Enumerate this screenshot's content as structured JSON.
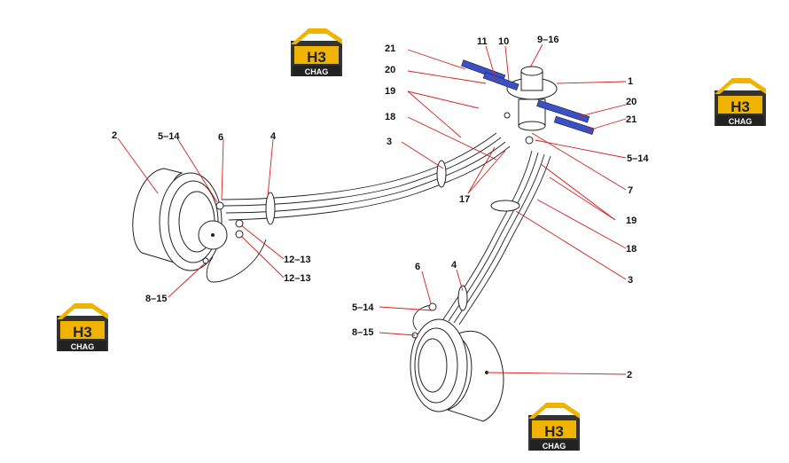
{
  "logos": [
    {
      "mark": "H3",
      "caption": "CHAG"
    },
    {
      "mark": "H3",
      "caption": "CHAG"
    },
    {
      "mark": "H3",
      "caption": "CHAG"
    },
    {
      "mark": "H3",
      "caption": "CHAG"
    }
  ],
  "callouts": {
    "c21a": "21",
    "c11": "11",
    "c10": "10",
    "c9_16": "9–16",
    "c1": "1",
    "c20a": "20",
    "c19a": "19",
    "c18a": "18",
    "c3a": "3",
    "c17": "17",
    "c20b": "20",
    "c21b": "21",
    "c5_14b": "5–14",
    "c7": "7",
    "c19b": "19",
    "c18b": "18",
    "c3b": "3",
    "c2a": "2",
    "c5_14a": "5–14",
    "c6a": "6",
    "c4a": "4",
    "c12_13a": "12–13",
    "c12_13b": "12–13",
    "c8_15a": "8–15",
    "c6b": "6",
    "c4b": "4",
    "c5_14c": "5–14",
    "c8_15b": "8–15",
    "c2b": "2"
  },
  "colors": {
    "accent": "#f0b400",
    "leader": "#d42020",
    "ink": "#222222",
    "block": "#3a50c8"
  }
}
